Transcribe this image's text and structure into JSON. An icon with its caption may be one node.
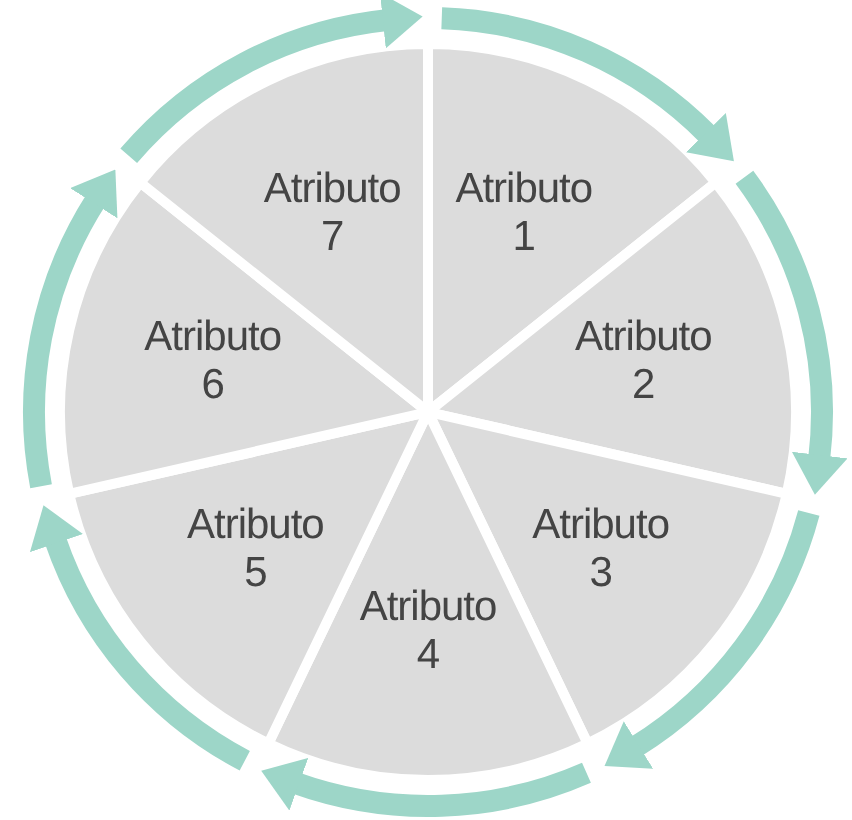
{
  "diagram": {
    "nodes": [
      {
        "text": [
          "Atributo 1"
        ]
      },
      {
        "text": [
          "Atributo 2"
        ]
      },
      {
        "text": [
          "Atributo 3"
        ]
      },
      {
        "text": [
          "Atributo 4"
        ]
      },
      {
        "text": [
          "Atributo 5"
        ]
      },
      {
        "text": [
          "Atributo 6"
        ]
      },
      {
        "text": [
          "Atributo 7"
        ]
      }
    ]
  }
}
